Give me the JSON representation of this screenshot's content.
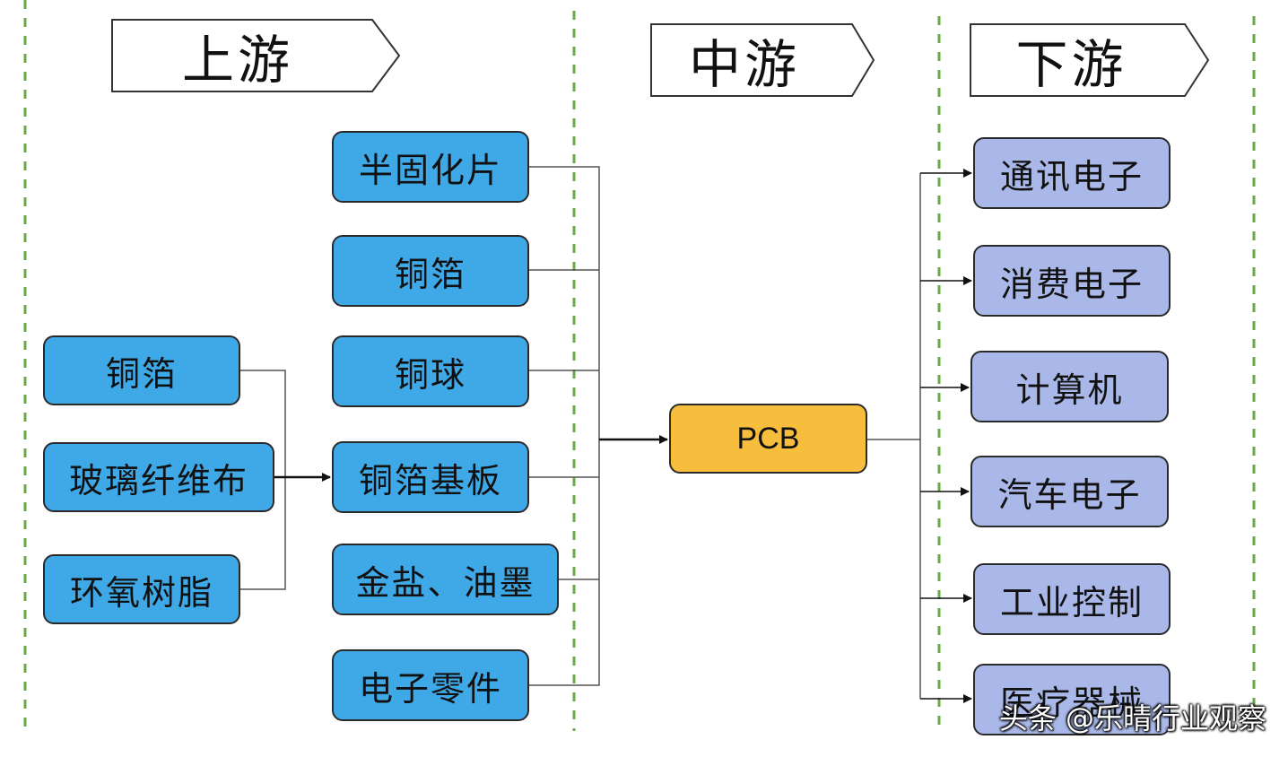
{
  "stages": {
    "upstream": "上游",
    "midstream": "中游",
    "downstream": "下游"
  },
  "upstream_inputs": [
    "铜箔",
    "玻璃纤维布",
    "环氧树脂"
  ],
  "upstream_materials": [
    "半固化片",
    "铜箔",
    "铜球",
    "铜箔基板",
    "金盐、油墨",
    "电子零件"
  ],
  "midstream": {
    "product": "PCB"
  },
  "downstream": [
    "通讯电子",
    "消费电子",
    "计算机",
    "汽车电子",
    "工业控制",
    "医疗器械"
  ],
  "watermark": "头条 @乐晴行业观察",
  "colors": {
    "material_box": "#3fa9e8",
    "pcb_box": "#f6be3c",
    "application_box": "#a9b8e8",
    "divider": "#6aaa45"
  }
}
